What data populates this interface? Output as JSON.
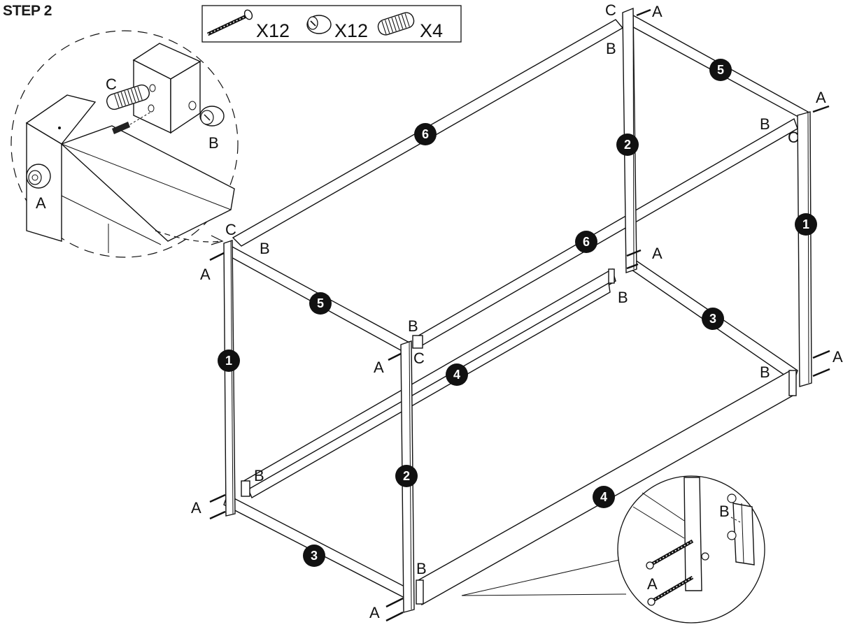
{
  "step_label": "STEP 2",
  "hardware": [
    {
      "icon": "bolt-icon",
      "qty": "X12"
    },
    {
      "icon": "barrel-nut-icon",
      "qty": "X12"
    },
    {
      "icon": "dowel-icon",
      "qty": "X4"
    }
  ],
  "part_labels": {
    "a": "A",
    "b": "B",
    "c": "C"
  },
  "part_numbers": {
    "n1": "1",
    "n2": "2",
    "n3": "3",
    "n4": "4",
    "n5": "5",
    "n6": "6"
  },
  "colors": {
    "line": "#111111",
    "badge": "#111111",
    "background": "#ffffff"
  }
}
